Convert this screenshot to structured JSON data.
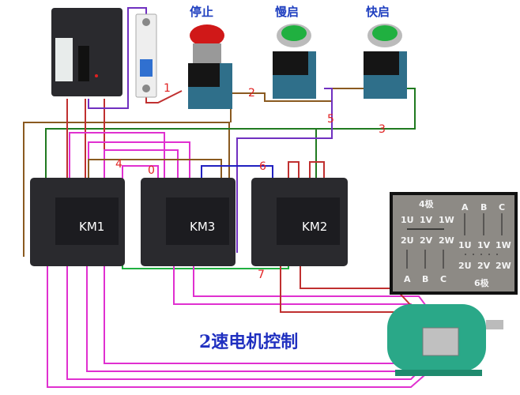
{
  "buttons": [
    {
      "label": "停止",
      "color": "#d01818"
    },
    {
      "label": "慢启",
      "color": "#20b040"
    },
    {
      "label": "快启",
      "color": "#20b040"
    }
  ],
  "contactors": [
    "KM1",
    "KM3",
    "KM2"
  ],
  "wire_numbers": [
    "1",
    "2",
    "5",
    "3",
    "4",
    "0",
    "6",
    "7"
  ],
  "terminal_panel": {
    "four_pole": {
      "title": "4极",
      "top": [
        "1U",
        "1V",
        "1W"
      ],
      "bottom": [
        "2U",
        "2V",
        "2W"
      ],
      "supply": [
        "A",
        "B",
        "C"
      ]
    },
    "six_pole": {
      "title": "6极",
      "supply": [
        "A",
        "B",
        "C"
      ],
      "top": [
        "1U",
        "1V",
        "1W"
      ],
      "bottom": [
        "2U",
        "2V",
        "2W"
      ]
    }
  },
  "title": "2速电机控制",
  "colors": {
    "label_blue": "#2040c0",
    "wire_number_red": "#e02020",
    "motor_green": "#2aa888"
  }
}
